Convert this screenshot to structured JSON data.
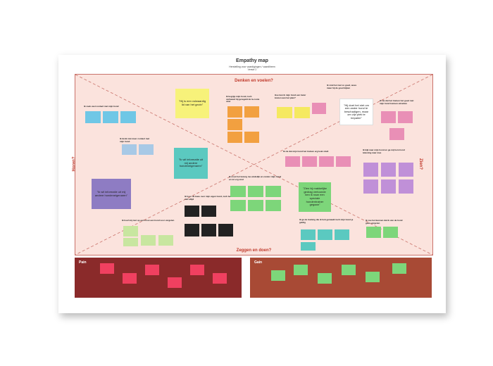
{
  "header": {
    "title": "Empathy map",
    "subtitle_line1": "Herstelling voor vaardigingen / vaardiheen",
    "subtitle_line2": "Versie 2"
  },
  "quadrants": {
    "top": "Denken en voelen?",
    "bottom": "Zeggen en doen?",
    "left": "Horen?",
    "right": "Zien?"
  },
  "captions": [
    "Ik zoek veel contact met mijn hond",
    "Ik begrijp mijn hond, toch verbaasd hij geregeld de la costa vind",
    "Hoe kan ik mijn hond een beter komen aan het plan?",
    "Ik vind het niet zo goed, wees maar hij de goed kijken",
    "Ik zie dat het trainen het goed met mijn hond kunnen uitzetten",
    "Ik denk niet meer contact met mijn hond",
    "Ik zie dat mijn hond het trainen erg leuk vindt",
    "Ik kijk naar mijn hond en ga mij hem hond tekening naar mee",
    "Ik moet het boterg me eindelijk en zonder mijn hond en tot erg vind",
    "Ik hoor de baas over mijn eigen hond, toch ben ik niet altijd",
    "Ik hoef mij niet op een mooi een hond voor vergeten",
    "Ik ga de training die ik heb gemaakt toch mijn hond je geldig",
    "Ik zou het kunnen dat ik van de hond geen vergeten"
  ],
  "big_notes": [
    "\"Hij is een volwaardig lid van het gezin\"",
    "\"Hij doet het niet om een ander hond te beschadigen, maar om zijn plek te bepalen\"",
    "\"Ik wil informatie uit mij andere hondeneigenaren\"",
    "\"Ik wil informatie uit mij andere hondeneigenaren\"",
    "\"Zien hij makkelijke gedrag vertoonde ben ik naar een speciale hondentrainer gegaan\""
  ],
  "sections": {
    "pain": "Pain",
    "gain": "Gain"
  },
  "colors": {
    "board": "#fbe3dd",
    "border": "#c9726a",
    "label": "#c0392b",
    "pain": "#8a2a2a",
    "gain": "#a84a35",
    "note_blue": "#6fc7e6",
    "note_yellow": "#f5e960",
    "note_orange": "#f2a040",
    "note_green": "#7dd67a",
    "note_pink": "#e98fb6",
    "note_lightblue": "#a8c9e6",
    "note_teal": "#5bc9c0",
    "note_purple": "#8e7cc3",
    "note_lightgreen": "#c8e6a0",
    "note_black": "#222222",
    "note_red": "#f04060",
    "note_white": "#ffffff"
  }
}
